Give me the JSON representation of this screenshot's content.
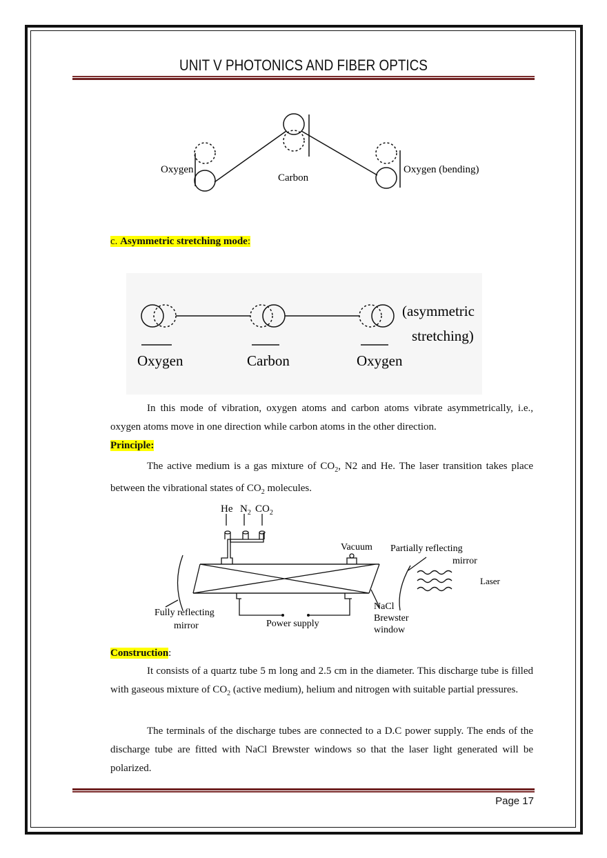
{
  "header": {
    "title": "UNIT V PHOTONICS AND FIBER OPTICS"
  },
  "figure_bending": {
    "labels": {
      "oxygen_left": "Oxygen",
      "carbon": "Carbon",
      "oxygen_right": "Oxygen (bending)"
    }
  },
  "section_c": {
    "prefix": "c. ",
    "heading": "Asymmetric stretching mode",
    "suffix": ":"
  },
  "figure_asymmetric": {
    "labels": {
      "oxygen_left": "Oxygen",
      "carbon": "Carbon",
      "oxygen_right": "Oxygen",
      "caption_1": "(asymmetric",
      "caption_2": "stretching)"
    }
  },
  "asym_paragraph": "In this mode of vibration, oxygen atoms and carbon atoms vibrate asymmetrically, i.e., oxygen atoms move in one direction while carbon atoms in the other direction.",
  "principle": {
    "heading": "Principle:",
    "p1": "The active medium is a gas mixture of CO",
    "p1_sub": "2",
    "p2": ", N2 and He. The laser transition takes place between the vibrational states of CO",
    "p2_sub": "2",
    "p3": " molecules."
  },
  "figure_laser": {
    "labels": {
      "he": "He",
      "n2": "N",
      "n2_sub": "2",
      "co2": "CO",
      "co2_sub": "2",
      "vacuum": "Vacuum",
      "partial_1": "Partially reflecting",
      "partial_2": "mirror",
      "laser": "Laser",
      "full_1": "Fully reflecting",
      "full_2": "mirror",
      "power": "Power supply",
      "nacl_1": "NaCl",
      "nacl_2": "Brewster",
      "nacl_3": "window"
    }
  },
  "construction": {
    "heading": "Construction",
    "suffix": ":",
    "p1a": "It consists of a quartz tube 5 m long and 2.5 cm in the diameter. This discharge tube is filled with gaseous mixture of CO",
    "p1_sub": "2",
    "p1b": " (active medium), helium and nitrogen with suitable partial pressures.",
    "p2": "The terminals of the discharge tubes are connected to a D.C power supply. The ends of the discharge tube are fitted with NaCl Brewster windows so that the laser light generated will be polarized."
  },
  "footer": {
    "page": "Page 17"
  }
}
